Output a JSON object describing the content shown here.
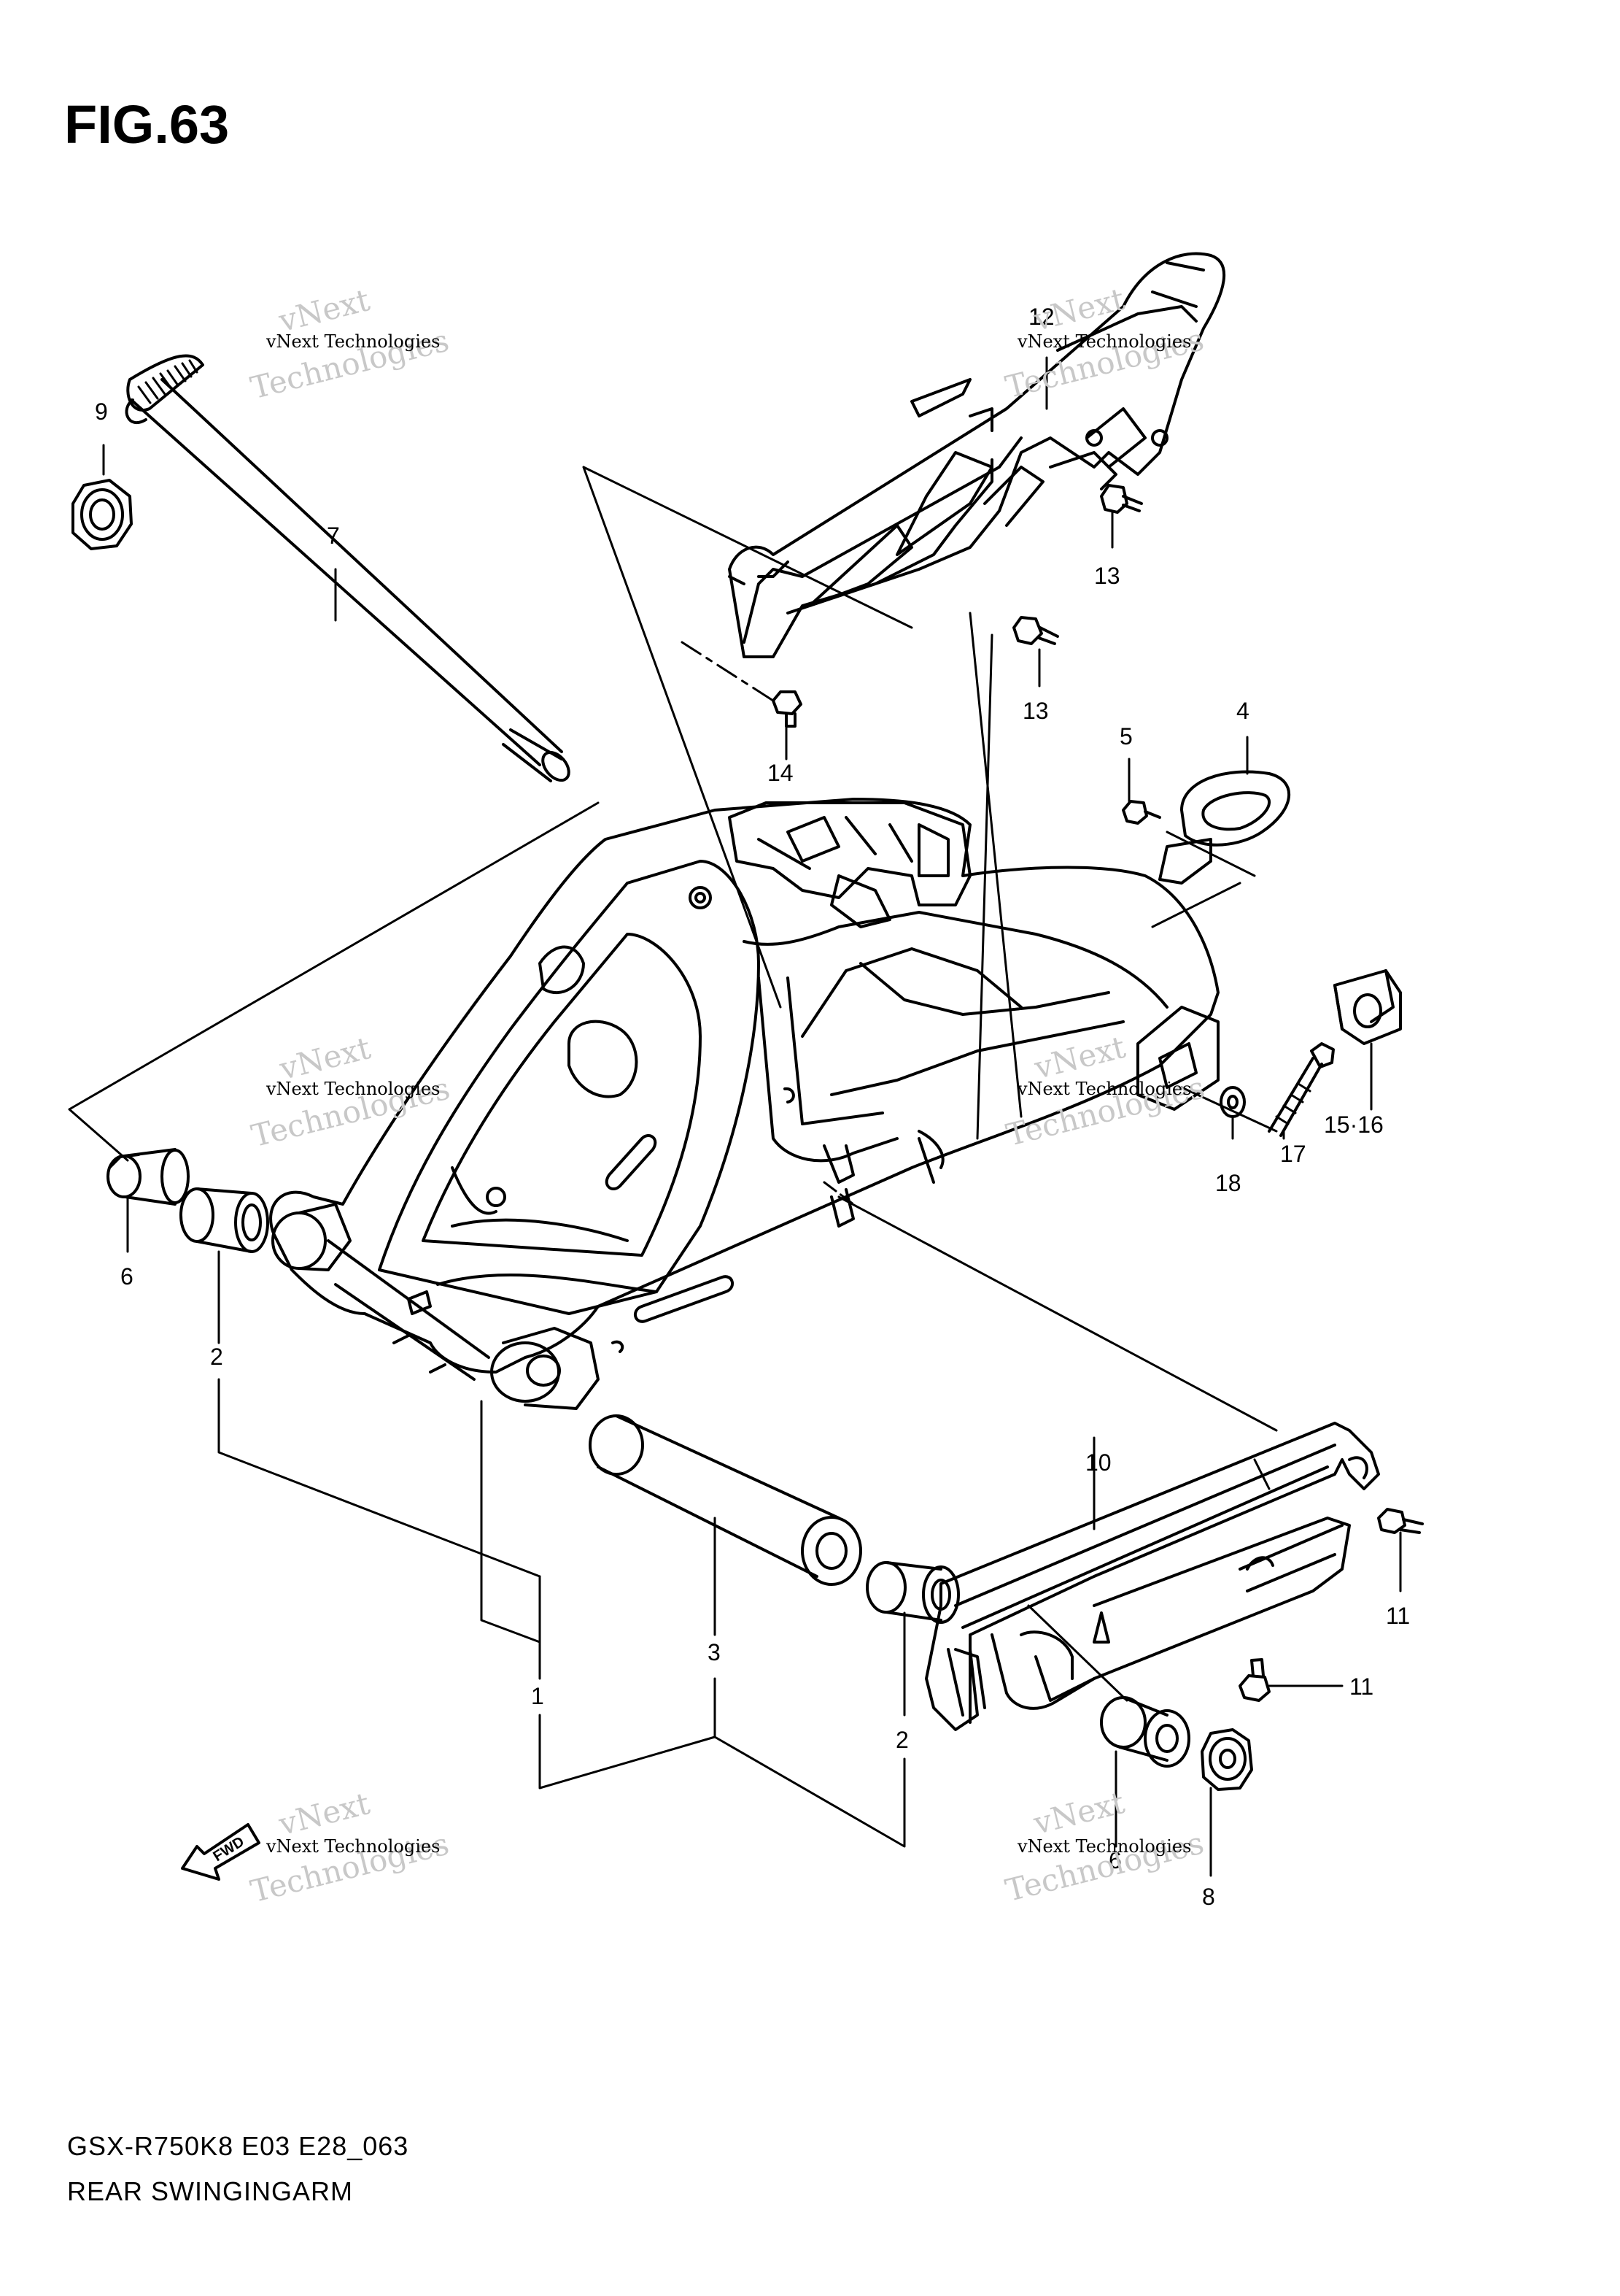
{
  "figure": {
    "title": "FIG.63",
    "model_code": "GSX-R750K8 E03 E28_063",
    "caption": "REAR SWINGINGARM"
  },
  "watermark": {
    "line1": "vNext",
    "line2": "vNext Technologies",
    "line3": "Technologies"
  },
  "fwd_badge": "FWD",
  "part_labels": {
    "p1": "1",
    "p2a": "2",
    "p2b": "2",
    "p3": "3",
    "p4": "4",
    "p5": "5",
    "p6a": "6",
    "p6b": "6",
    "p7": "7",
    "p8": "8",
    "p9": "9",
    "p10": "10",
    "p11a": "11",
    "p11b": "11",
    "p12": "12",
    "p13a": "13",
    "p13b": "13",
    "p14": "14",
    "p15_16": "15·16",
    "p17": "17",
    "p18": "18"
  },
  "colors": {
    "ink": "#000000",
    "watermark": "#c8c8c8"
  }
}
